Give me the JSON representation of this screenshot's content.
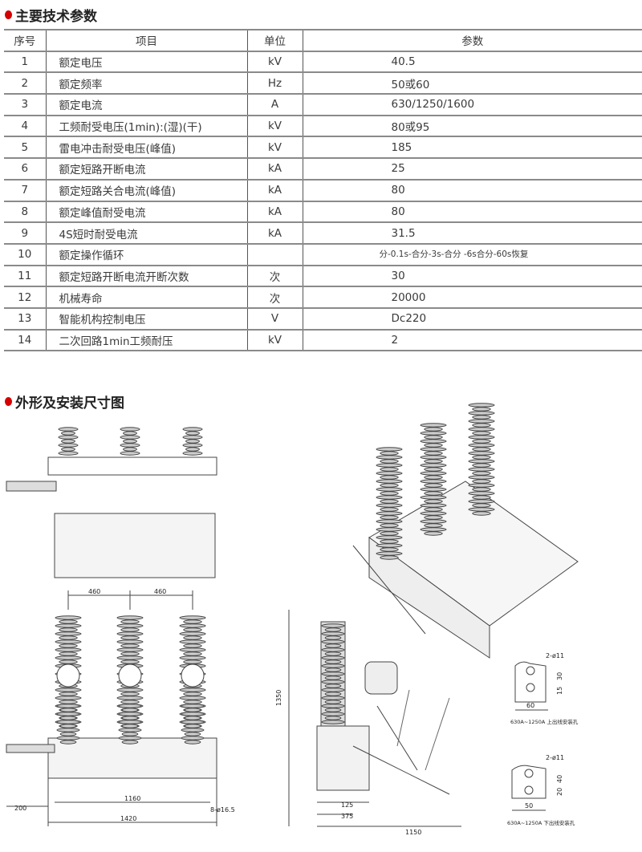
{
  "section1_title": "主要技术参数",
  "table": {
    "headers": [
      "序号",
      "项目",
      "单位",
      "参数"
    ],
    "rows": [
      [
        "1",
        "额定电压",
        "kV",
        "40.5"
      ],
      [
        "2",
        "额定频率",
        "Hz",
        "50或60"
      ],
      [
        "3",
        "额定电流",
        "A",
        "630/1250/1600"
      ],
      [
        "4",
        "工频耐受电压(1min):(湿)(干)",
        "kV",
        "80或95"
      ],
      [
        "5",
        "雷电冲击耐受电压(峰值)",
        "kV",
        "185"
      ],
      [
        "6",
        "额定短路开断电流",
        "kA",
        "25"
      ],
      [
        "7",
        "额定短路关合电流(峰值)",
        "kA",
        "80"
      ],
      [
        "8",
        "额定峰值耐受电流",
        "kA",
        "80"
      ],
      [
        "9",
        "4S短时耐受电流",
        "kA",
        "31.5"
      ],
      [
        "10",
        "额定操作循环",
        "",
        "分-0.1s-合分-3s-合分 -6s合分-60s恢复"
      ],
      [
        "11",
        "额定短路开断电流开断次数",
        "次",
        "30"
      ],
      [
        "12",
        "机械寿命",
        "次",
        "20000"
      ],
      [
        "13",
        "智能机构控制电压",
        "V",
        "Dc220"
      ],
      [
        "14",
        "二次回路1min工频耐压",
        "kV",
        "2"
      ]
    ]
  },
  "section2_title": "外形及安装尺寸图",
  "dims": {
    "d460a": "460",
    "d460b": "460",
    "d1350": "1350",
    "d200": "200",
    "d1160": "1160",
    "d1420": "1420",
    "d_hole": "8-ø16.5",
    "d125": "125",
    "d375": "375",
    "d1150": "1150",
    "top_hole": "2-ø11",
    "top_30": "30",
    "top_15": "15",
    "top_60": "60",
    "top_caption": "630A~1250A 上出线安装孔",
    "bot_hole": "2-ø11",
    "bot_40": "40",
    "bot_20": "20",
    "bot_50": "50",
    "bot_caption": "630A~1250A 下出线安装孔"
  }
}
